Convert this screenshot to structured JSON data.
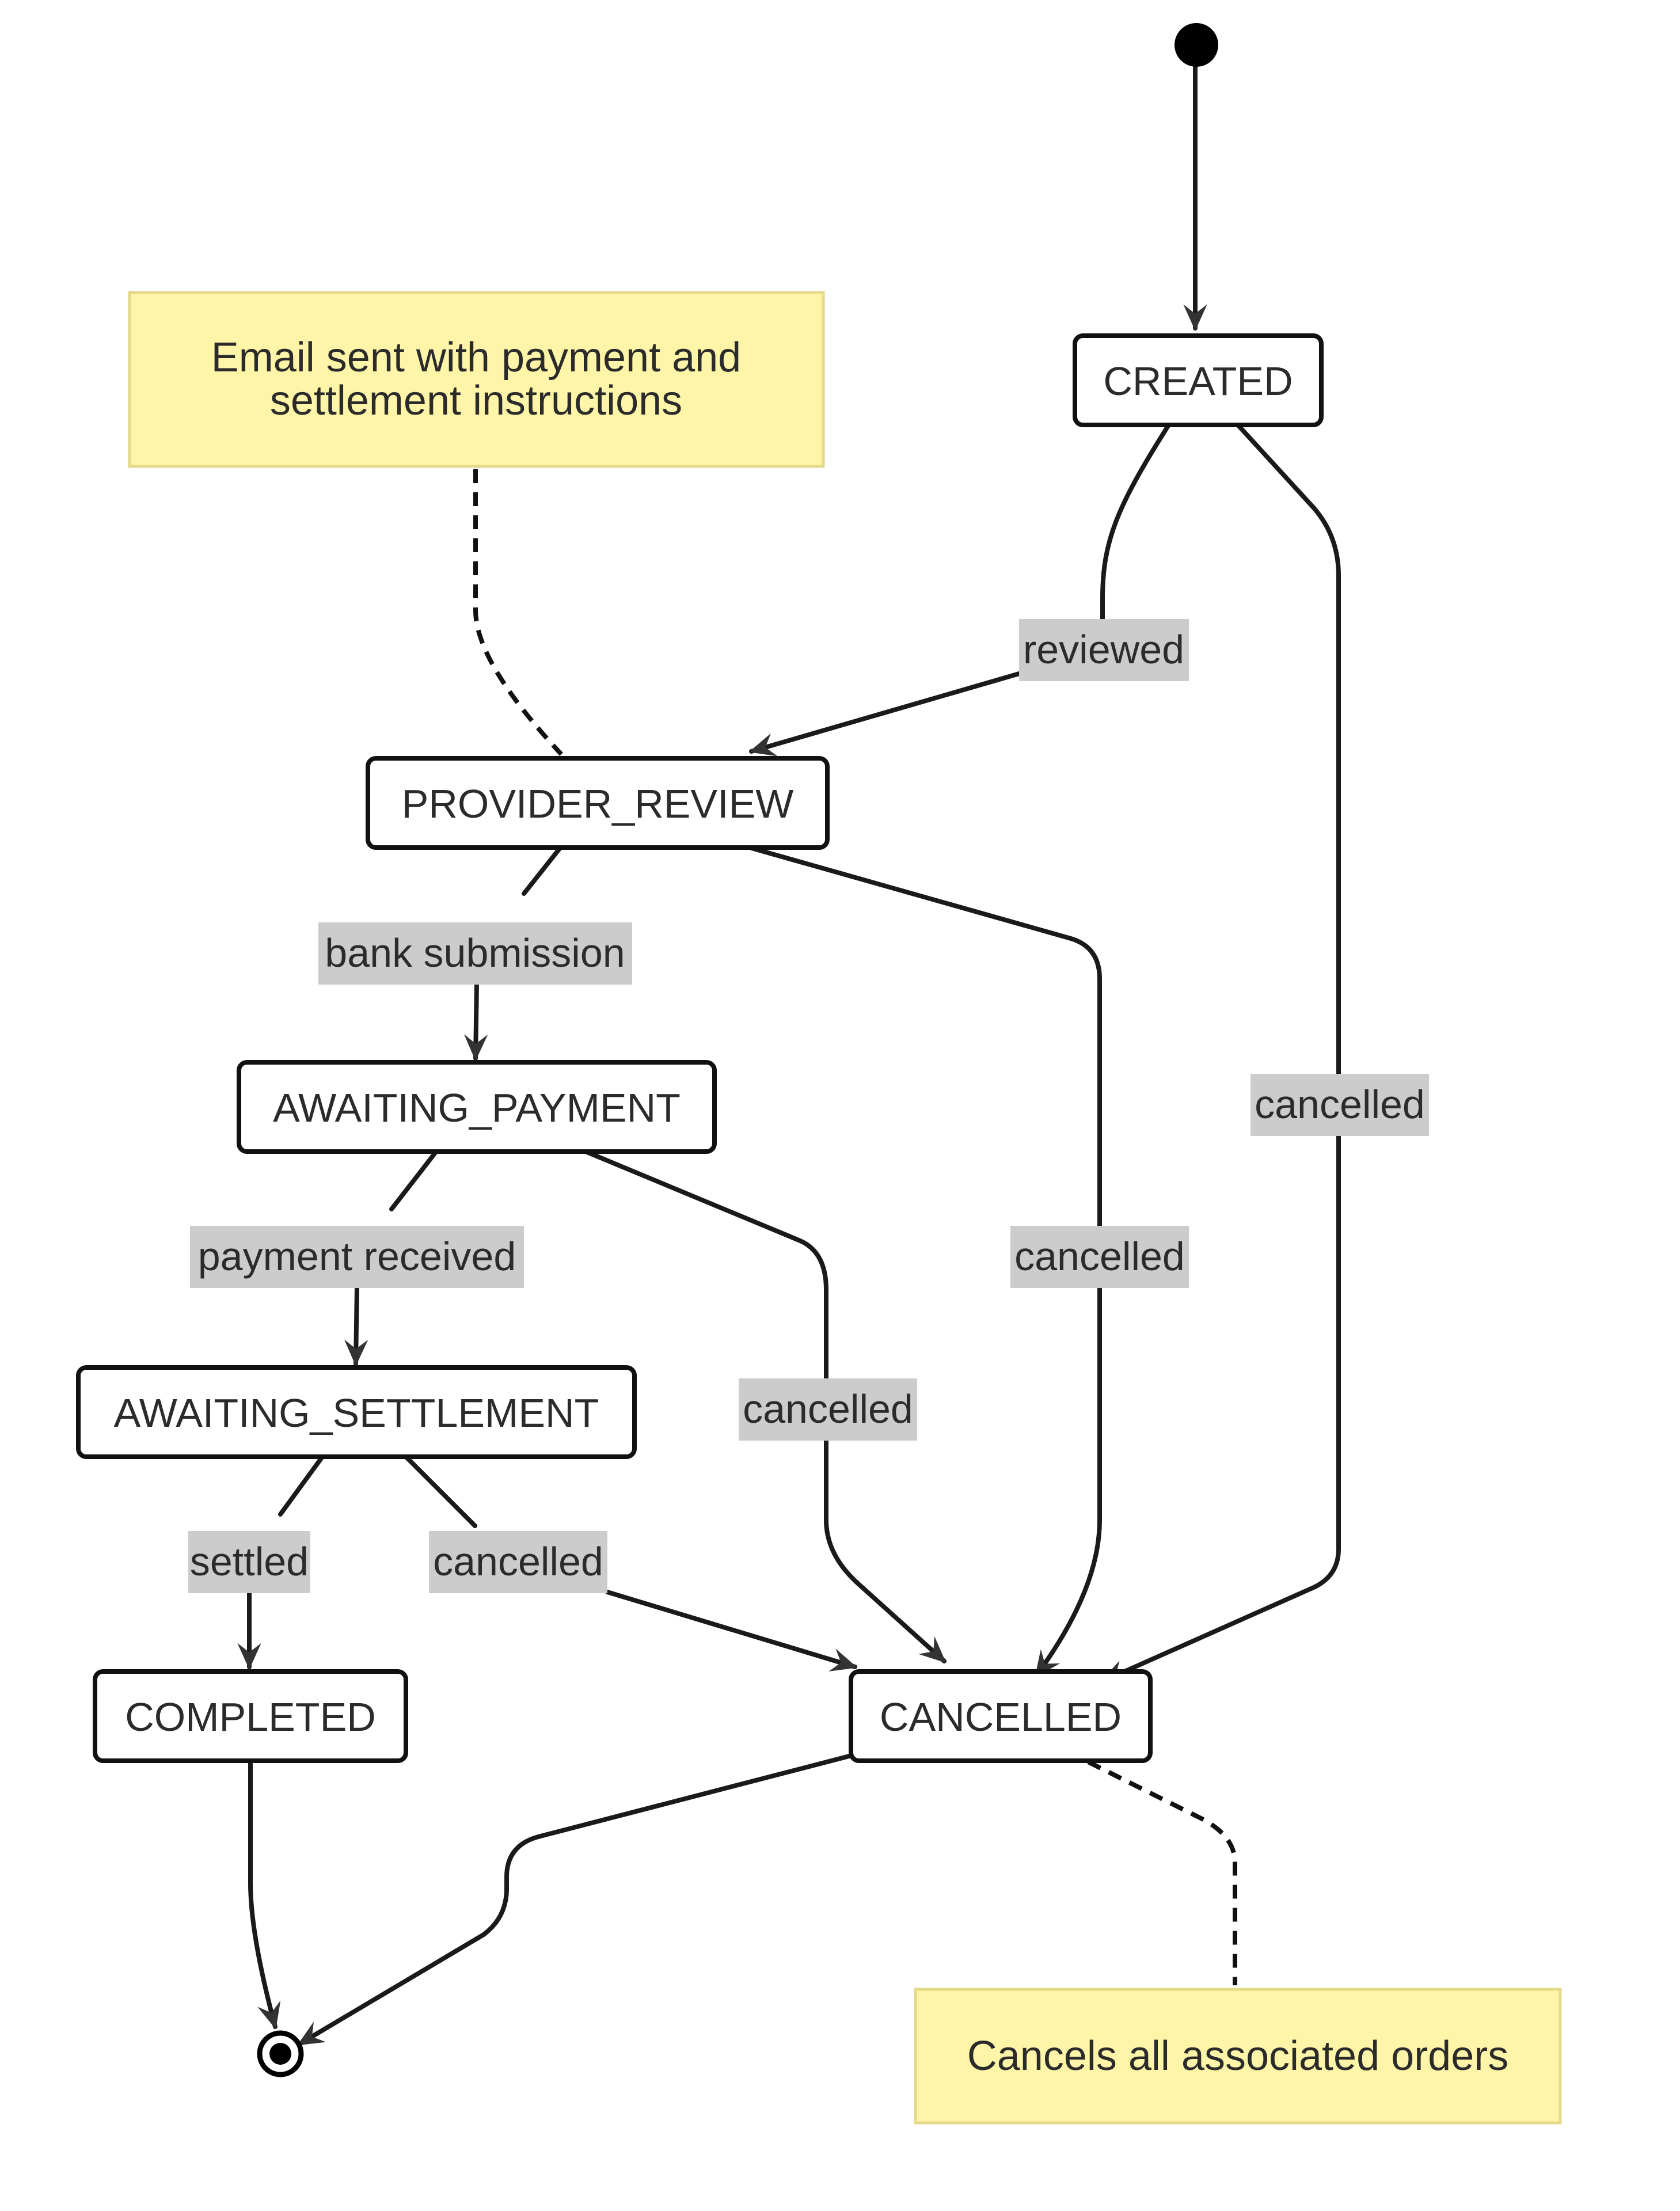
{
  "states": {
    "created": "CREATED",
    "provider_review": "PROVIDER_REVIEW",
    "awaiting_payment": "AWAITING_PAYMENT",
    "awaiting_settlement": "AWAITING_SETTLEMENT",
    "completed": "COMPLETED",
    "cancelled": "CANCELLED"
  },
  "notes": {
    "email_line1": "Email sent with payment and",
    "email_line2": "settlement instructions",
    "cancels": "Cancels all associated orders"
  },
  "transitions": {
    "reviewed": "reviewed",
    "bank_submission": "bank submission",
    "payment_received": "payment received",
    "settled": "settled",
    "cancelled_from_settlement": "cancelled",
    "cancelled_from_payment": "cancelled",
    "cancelled_from_review": "cancelled",
    "cancelled_from_created": "cancelled"
  },
  "colors": {
    "note_fill": "#fff5a8",
    "label_fill": "#cccccc",
    "stroke": "#111111"
  }
}
